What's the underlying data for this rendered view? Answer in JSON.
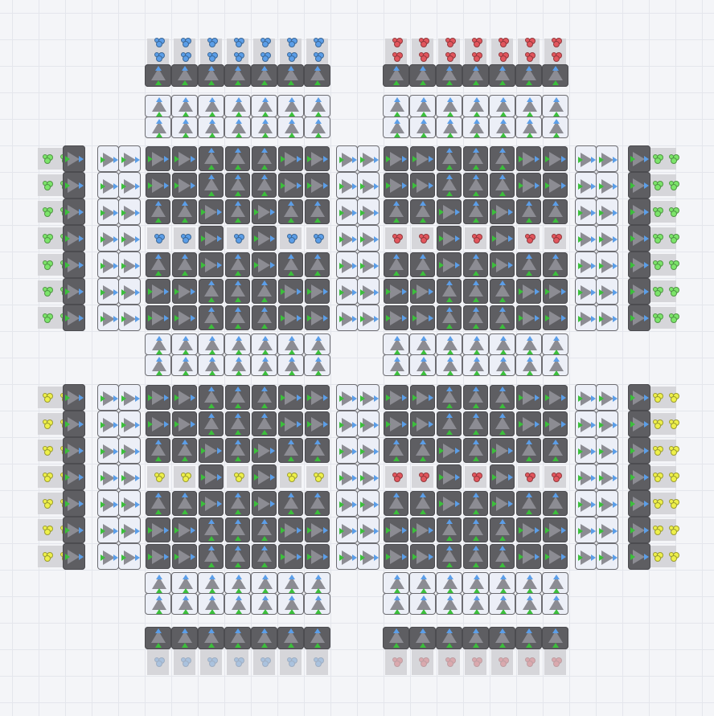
{
  "game": {
    "view": "factory-layout",
    "palette": {
      "blue": "#5b9ee8",
      "red": "#e2565d",
      "green": "#7ce56a",
      "yellow": "#eef04a",
      "arrow_in": "#3bbf3b",
      "arrow_out": "#5b9ee8"
    },
    "quadrants": [
      {
        "id": "top-left",
        "edge_shape": "green",
        "vertical_shape": "blue",
        "inner_shape": "blue"
      },
      {
        "id": "top-right",
        "edge_shape": "green",
        "vertical_shape": "red",
        "inner_shape": "red"
      },
      {
        "id": "bottom-left",
        "edge_shape": "yellow",
        "vertical_shape": "blue",
        "inner_shape": "yellow"
      },
      {
        "id": "bottom-right",
        "edge_shape": "yellow",
        "vertical_shape": "red",
        "inner_shape": "red"
      }
    ]
  }
}
